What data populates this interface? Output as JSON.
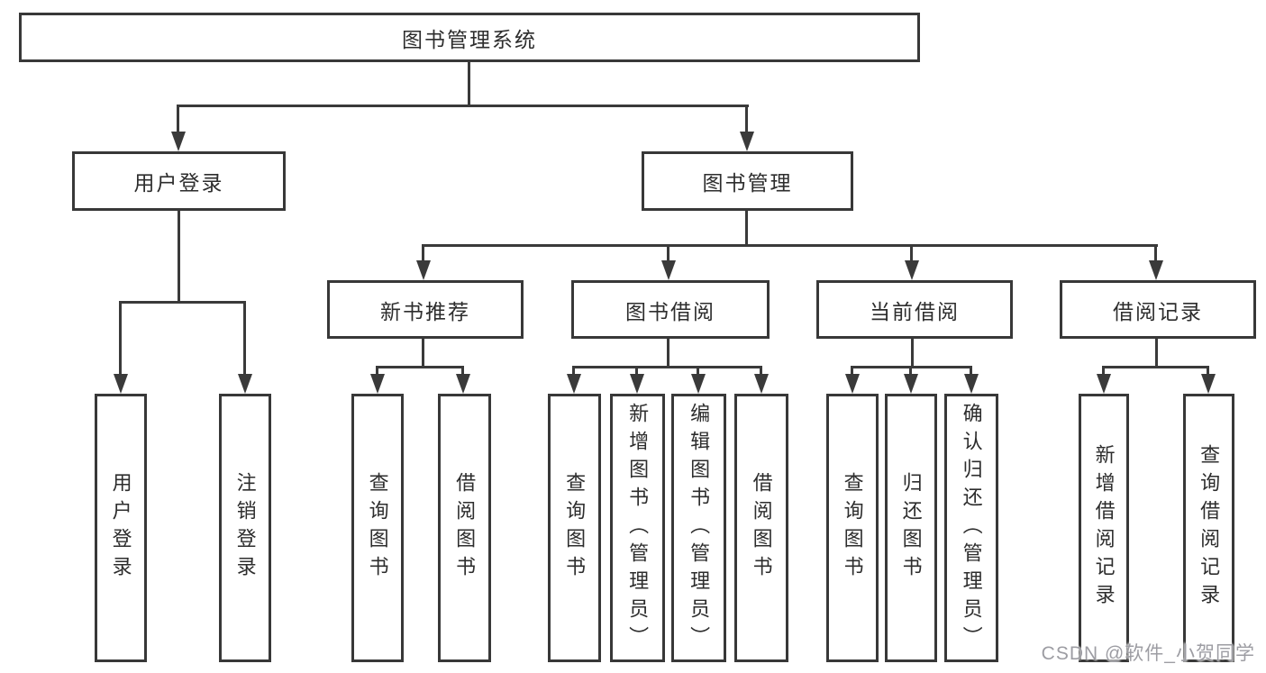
{
  "nodes": {
    "root": "图书管理系统",
    "user_login": "用户登录",
    "book_management": "图书管理",
    "new_book_recommendation": "新书推荐",
    "book_borrowing": "图书借阅",
    "current_borrowing": "当前借阅",
    "borrowing_records": "借阅记录",
    "user_login_leaf": "用户登录",
    "logout_leaf": "注销登录",
    "query_books_a": "查询图书",
    "borrow_books_a": "借阅图书",
    "query_books_b": "查询图书",
    "add_books_admin": "新增图书（管理员）",
    "edit_books_admin": "编辑图书（管理员）",
    "borrow_books_b": "借阅图书",
    "query_books_c": "查询图书",
    "return_books": "归还图书",
    "confirm_return_admin": "确认归还（管理员）",
    "add_borrow_record": "新增借阅记录",
    "query_borrow_record": "查询借阅记录"
  },
  "hierarchy": {
    "图书管理系统": {
      "用户登录": [
        "用户登录",
        "注销登录"
      ],
      "图书管理": {
        "新书推荐": [
          "查询图书",
          "借阅图书"
        ],
        "图书借阅": [
          "查询图书",
          "新增图书（管理员）",
          "编辑图书（管理员）",
          "借阅图书"
        ],
        "当前借阅": [
          "查询图书",
          "归还图书",
          "确认归还（管理员）"
        ],
        "借阅记录": [
          "新增借阅记录",
          "查询借阅记录"
        ]
      }
    }
  },
  "watermark": "CSDN @软件_小贺同学",
  "colors": {
    "line": "#3a3a3a",
    "box_border": "#383838",
    "text": "#2d2d2d",
    "watermark": "#9d9da3",
    "background": "#ffffff"
  }
}
